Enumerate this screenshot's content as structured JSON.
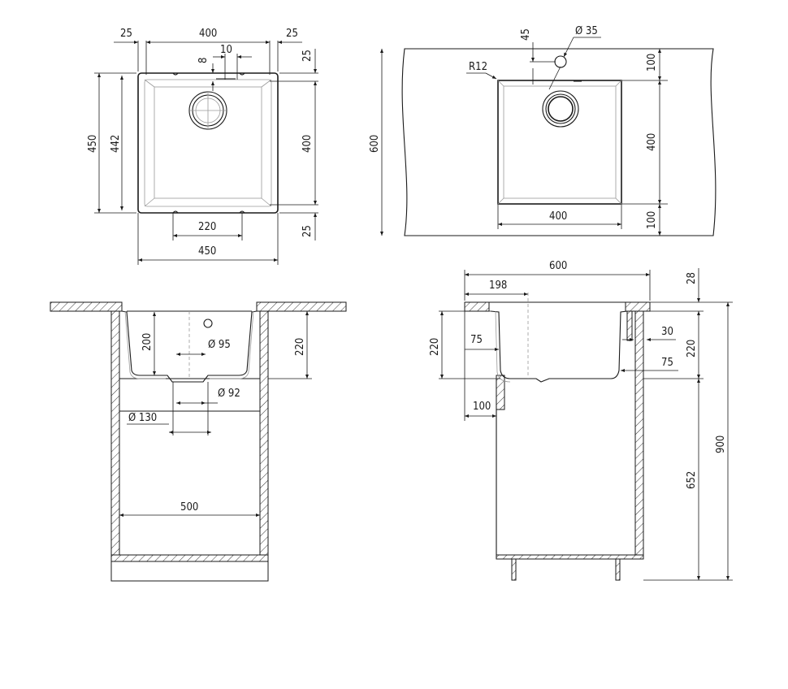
{
  "top_view": {
    "dim_left_margin": "25",
    "dim_width_inner": "400",
    "dim_right_margin": "25",
    "dim_ten": "10",
    "dim_eight": "8",
    "dim_top_margin": "25",
    "dim_height_outer": "450",
    "dim_height_442": "442",
    "dim_height_inner": "400",
    "dim_bottom_margin": "25",
    "dim_bottom_slot": "220",
    "dim_width_outer": "450"
  },
  "countertop_view": {
    "dim_45": "45",
    "dim_hole_diam": "Ø 35",
    "dim_radius": "R12",
    "dim_top_100": "100",
    "dim_depth_600": "600",
    "dim_bowl_400_v": "400",
    "dim_bowl_400_h": "400",
    "dim_bottom_100": "100"
  },
  "front_section": {
    "dim_depth_200": "200",
    "dim_drain_95": "Ø 95",
    "dim_depth_220": "220",
    "dim_drain_92": "Ø 92",
    "dim_drain_130": "Ø 130",
    "dim_cabinet_500": "500"
  },
  "side_section": {
    "dim_600": "600",
    "dim_198": "198",
    "dim_28": "28",
    "dim_220_left": "220",
    "dim_75_left": "75",
    "dim_30": "30",
    "dim_220_right": "220",
    "dim_75_right": "75",
    "dim_100": "100",
    "dim_900": "900",
    "dim_652": "652"
  }
}
